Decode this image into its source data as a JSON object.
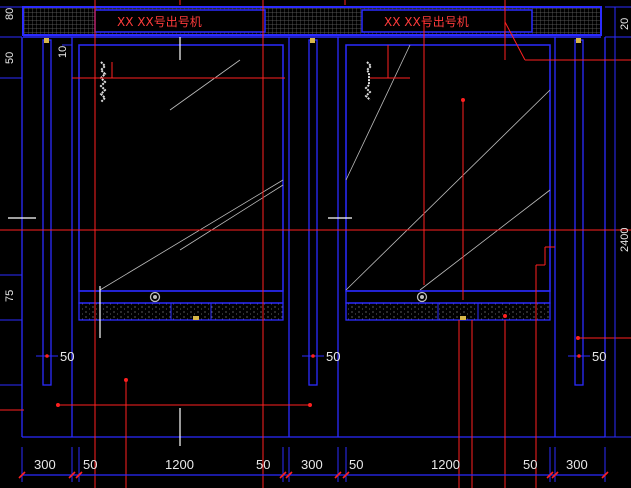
{
  "drawing": {
    "colors": {
      "background": "#000000",
      "structure_blue": "#2b2bff",
      "leader_red": "#ff2020",
      "text_white": "#e8e8e8",
      "hatch_grey": "#8a8a8a",
      "glass_line": "#bdbdbd"
    },
    "signage": {
      "left_text": "XX XX号出号机",
      "right_text": "XX XX号出号机"
    },
    "bottom_dimensions": [
      "300",
      "50",
      "1200",
      "50",
      "300",
      "50",
      "1200",
      "50",
      "300"
    ],
    "left_dimensions": [
      "80",
      "50",
      "10",
      "75"
    ],
    "right_dimensions": [
      "2400",
      "20"
    ],
    "side_callouts": [
      "50",
      "50",
      "50"
    ]
  }
}
